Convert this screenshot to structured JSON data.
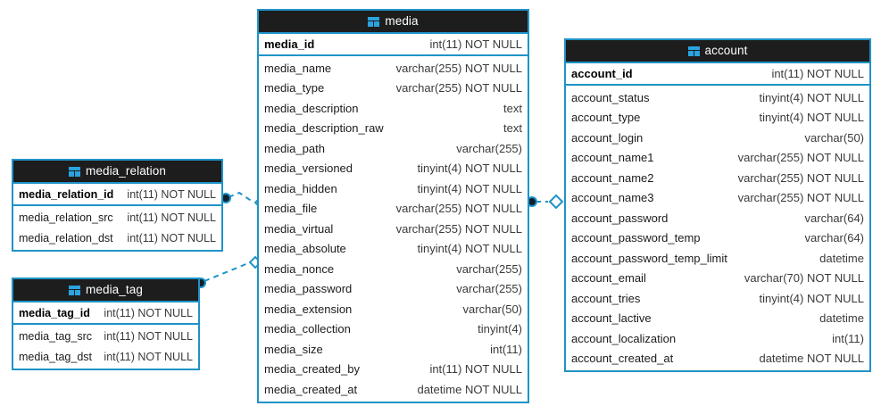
{
  "diagram": {
    "type": "er-diagram",
    "background_color": "#ffffff",
    "accent_color": "#1f93c7",
    "header_color": "#1d1d1d",
    "icon_name": "table-icon"
  },
  "entities": [
    {
      "name": "media",
      "primary_key": {
        "name": "media_id",
        "type": "int(11) NOT NULL"
      },
      "columns": [
        {
          "name": "media_name",
          "type": "varchar(255) NOT NULL"
        },
        {
          "name": "media_type",
          "type": "varchar(255) NOT NULL"
        },
        {
          "name": "media_description",
          "type": "text"
        },
        {
          "name": "media_description_raw",
          "type": "text"
        },
        {
          "name": "media_path",
          "type": "varchar(255)"
        },
        {
          "name": "media_versioned",
          "type": "tinyint(4) NOT NULL"
        },
        {
          "name": "media_hidden",
          "type": "tinyint(4) NOT NULL"
        },
        {
          "name": "media_file",
          "type": "varchar(255) NOT NULL"
        },
        {
          "name": "media_virtual",
          "type": "varchar(255) NOT NULL"
        },
        {
          "name": "media_absolute",
          "type": "tinyint(4) NOT NULL"
        },
        {
          "name": "media_nonce",
          "type": "varchar(255)"
        },
        {
          "name": "media_password",
          "type": "varchar(255)"
        },
        {
          "name": "media_extension",
          "type": "varchar(50)"
        },
        {
          "name": "media_collection",
          "type": "tinyint(4)"
        },
        {
          "name": "media_size",
          "type": "int(11)"
        },
        {
          "name": "media_created_by",
          "type": "int(11) NOT NULL"
        },
        {
          "name": "media_created_at",
          "type": "datetime NOT NULL"
        }
      ]
    },
    {
      "name": "account",
      "primary_key": {
        "name": "account_id",
        "type": "int(11) NOT NULL"
      },
      "columns": [
        {
          "name": "account_status",
          "type": "tinyint(4) NOT NULL"
        },
        {
          "name": "account_type",
          "type": "tinyint(4) NOT NULL"
        },
        {
          "name": "account_login",
          "type": "varchar(50)"
        },
        {
          "name": "account_name1",
          "type": "varchar(255) NOT NULL"
        },
        {
          "name": "account_name2",
          "type": "varchar(255) NOT NULL"
        },
        {
          "name": "account_name3",
          "type": "varchar(255) NOT NULL"
        },
        {
          "name": "account_password",
          "type": "varchar(64)"
        },
        {
          "name": "account_password_temp",
          "type": "varchar(64)"
        },
        {
          "name": "account_password_temp_limit",
          "type": "datetime"
        },
        {
          "name": "account_email",
          "type": "varchar(70) NOT NULL"
        },
        {
          "name": "account_tries",
          "type": "tinyint(4) NOT NULL"
        },
        {
          "name": "account_lactive",
          "type": "datetime"
        },
        {
          "name": "account_localization",
          "type": "int(11)"
        },
        {
          "name": "account_created_at",
          "type": "datetime NOT NULL"
        }
      ]
    },
    {
      "name": "media_relation",
      "primary_key": {
        "name": "media_relation_id",
        "type": "int(11) NOT NULL"
      },
      "columns": [
        {
          "name": "media_relation_src",
          "type": "int(11) NOT NULL"
        },
        {
          "name": "media_relation_dst",
          "type": "int(11) NOT NULL"
        }
      ]
    },
    {
      "name": "media_tag",
      "primary_key": {
        "name": "media_tag_id",
        "type": "int(11) NOT NULL"
      },
      "columns": [
        {
          "name": "media_tag_src",
          "type": "int(11) NOT NULL"
        },
        {
          "name": "media_tag_dst",
          "type": "int(11) NOT NULL"
        }
      ]
    }
  ],
  "relationships": [
    {
      "from": "media_relation",
      "to": "media",
      "style": "dashed",
      "from_marker": "filled-circle",
      "to_marker": "diamond"
    },
    {
      "from": "media_tag",
      "to": "media",
      "style": "dashed",
      "from_marker": "filled-circle",
      "to_marker": "diamond"
    },
    {
      "from": "media",
      "to": "account",
      "style": "dashed",
      "from_marker": "filled-circle",
      "to_marker": "diamond"
    }
  ]
}
